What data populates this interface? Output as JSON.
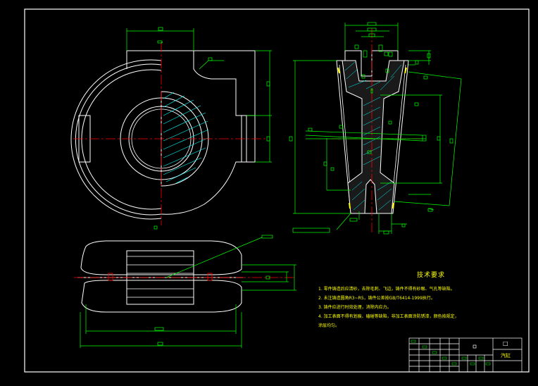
{
  "technical_requirements": {
    "heading": "技术要求",
    "items": [
      "1. 零件铸造后应清砂，去除毛刺、飞边，铸件不得有砂眼、气孔等缺陷。",
      "2. 未注铸造圆角R3~R5，铸件公差按GB/T6414-1999执行。",
      "3. 铸件应进行时效处理，消除内应力。",
      "4. 加工表面不得有划痕、磕碰等缺陷，非加工表面涂防锈漆，颜色按规定，",
      "   涂层均匀。"
    ]
  },
  "title_block": {
    "drawing_name": "汽缸",
    "mark": "□"
  },
  "colors": {
    "outline": "#ffffff",
    "dimension": "#00ff00",
    "centerline": "#ff0000",
    "hatch": "#00ffff",
    "text": "#ffff00",
    "background": "#000000"
  }
}
